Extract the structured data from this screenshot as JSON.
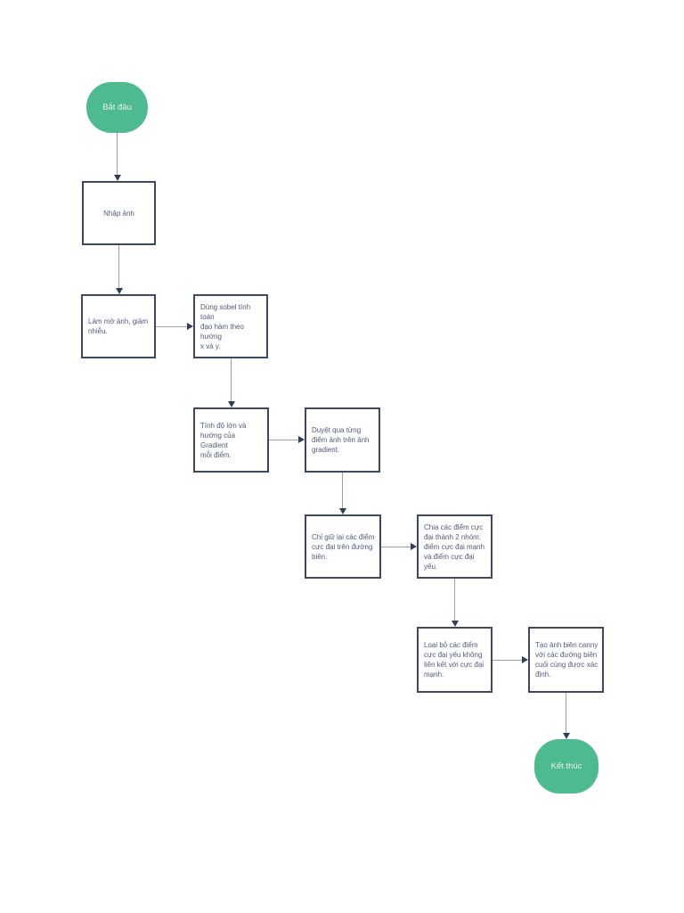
{
  "diagram": {
    "type": "flowchart",
    "language": "Vietnamese",
    "topic": "Canny edge detection steps",
    "colors": {
      "background": "#ffffff",
      "terminator_fill": "#4dba90",
      "terminator_text": "#e6eef0",
      "process_fill": "#ffffff",
      "process_border": "#3f4763",
      "process_text": "#505b7a",
      "arrow_line": "#9aa1ad",
      "arrow_head": "#333d59"
    },
    "nodes": [
      {
        "id": "start",
        "type": "terminator",
        "label": "Bắt đầu"
      },
      {
        "id": "nhap-anh",
        "type": "process",
        "label": "Nhập ảnh"
      },
      {
        "id": "lam-mo",
        "type": "process",
        "label": "Làm mờ ảnh, giảm\nnhiễu."
      },
      {
        "id": "sobel",
        "type": "process",
        "label": "Dùng sobel tính toán\nđạo hàm theo hướng\nx và y."
      },
      {
        "id": "gradient",
        "type": "process",
        "label": "Tính độ lớn và\nhướng của Gradient\nmỗi điểm."
      },
      {
        "id": "duyet-diem-anh",
        "type": "process",
        "label": "Duyệt qua từng\nđiểm ảnh trên ảnh\ngradient."
      },
      {
        "id": "giu-cuc-dai",
        "type": "process",
        "label": "Chỉ giữ lại các điểm\ncực đại trên đường\nbiên."
      },
      {
        "id": "chia-nhom",
        "type": "process",
        "label": "Chia các điểm cực\nđại thành 2 nhóm:\nđiểm cực đại mạnh\nvà điểm cực đại yếu."
      },
      {
        "id": "loai-bo-yeu",
        "type": "process",
        "label": "Loại bỏ các điểm\ncực đại yếu không\nliên kết với cực đại\nmạnh."
      },
      {
        "id": "tao-anh-bien",
        "type": "process",
        "label": "Tạo ảnh biên canny\nvới các đường biên\ncuối cùng được xác\nđịnh."
      },
      {
        "id": "end",
        "type": "terminator",
        "label": "Kết thúc"
      }
    ],
    "edges": [
      {
        "from": "start",
        "to": "nhap-anh"
      },
      {
        "from": "nhap-anh",
        "to": "lam-mo"
      },
      {
        "from": "lam-mo",
        "to": "sobel"
      },
      {
        "from": "sobel",
        "to": "gradient"
      },
      {
        "from": "gradient",
        "to": "duyet-diem-anh"
      },
      {
        "from": "duyet-diem-anh",
        "to": "giu-cuc-dai"
      },
      {
        "from": "giu-cuc-dai",
        "to": "chia-nhom"
      },
      {
        "from": "chia-nhom",
        "to": "loai-bo-yeu"
      },
      {
        "from": "loai-bo-yeu",
        "to": "tao-anh-bien"
      },
      {
        "from": "tao-anh-bien",
        "to": "end"
      }
    ]
  }
}
